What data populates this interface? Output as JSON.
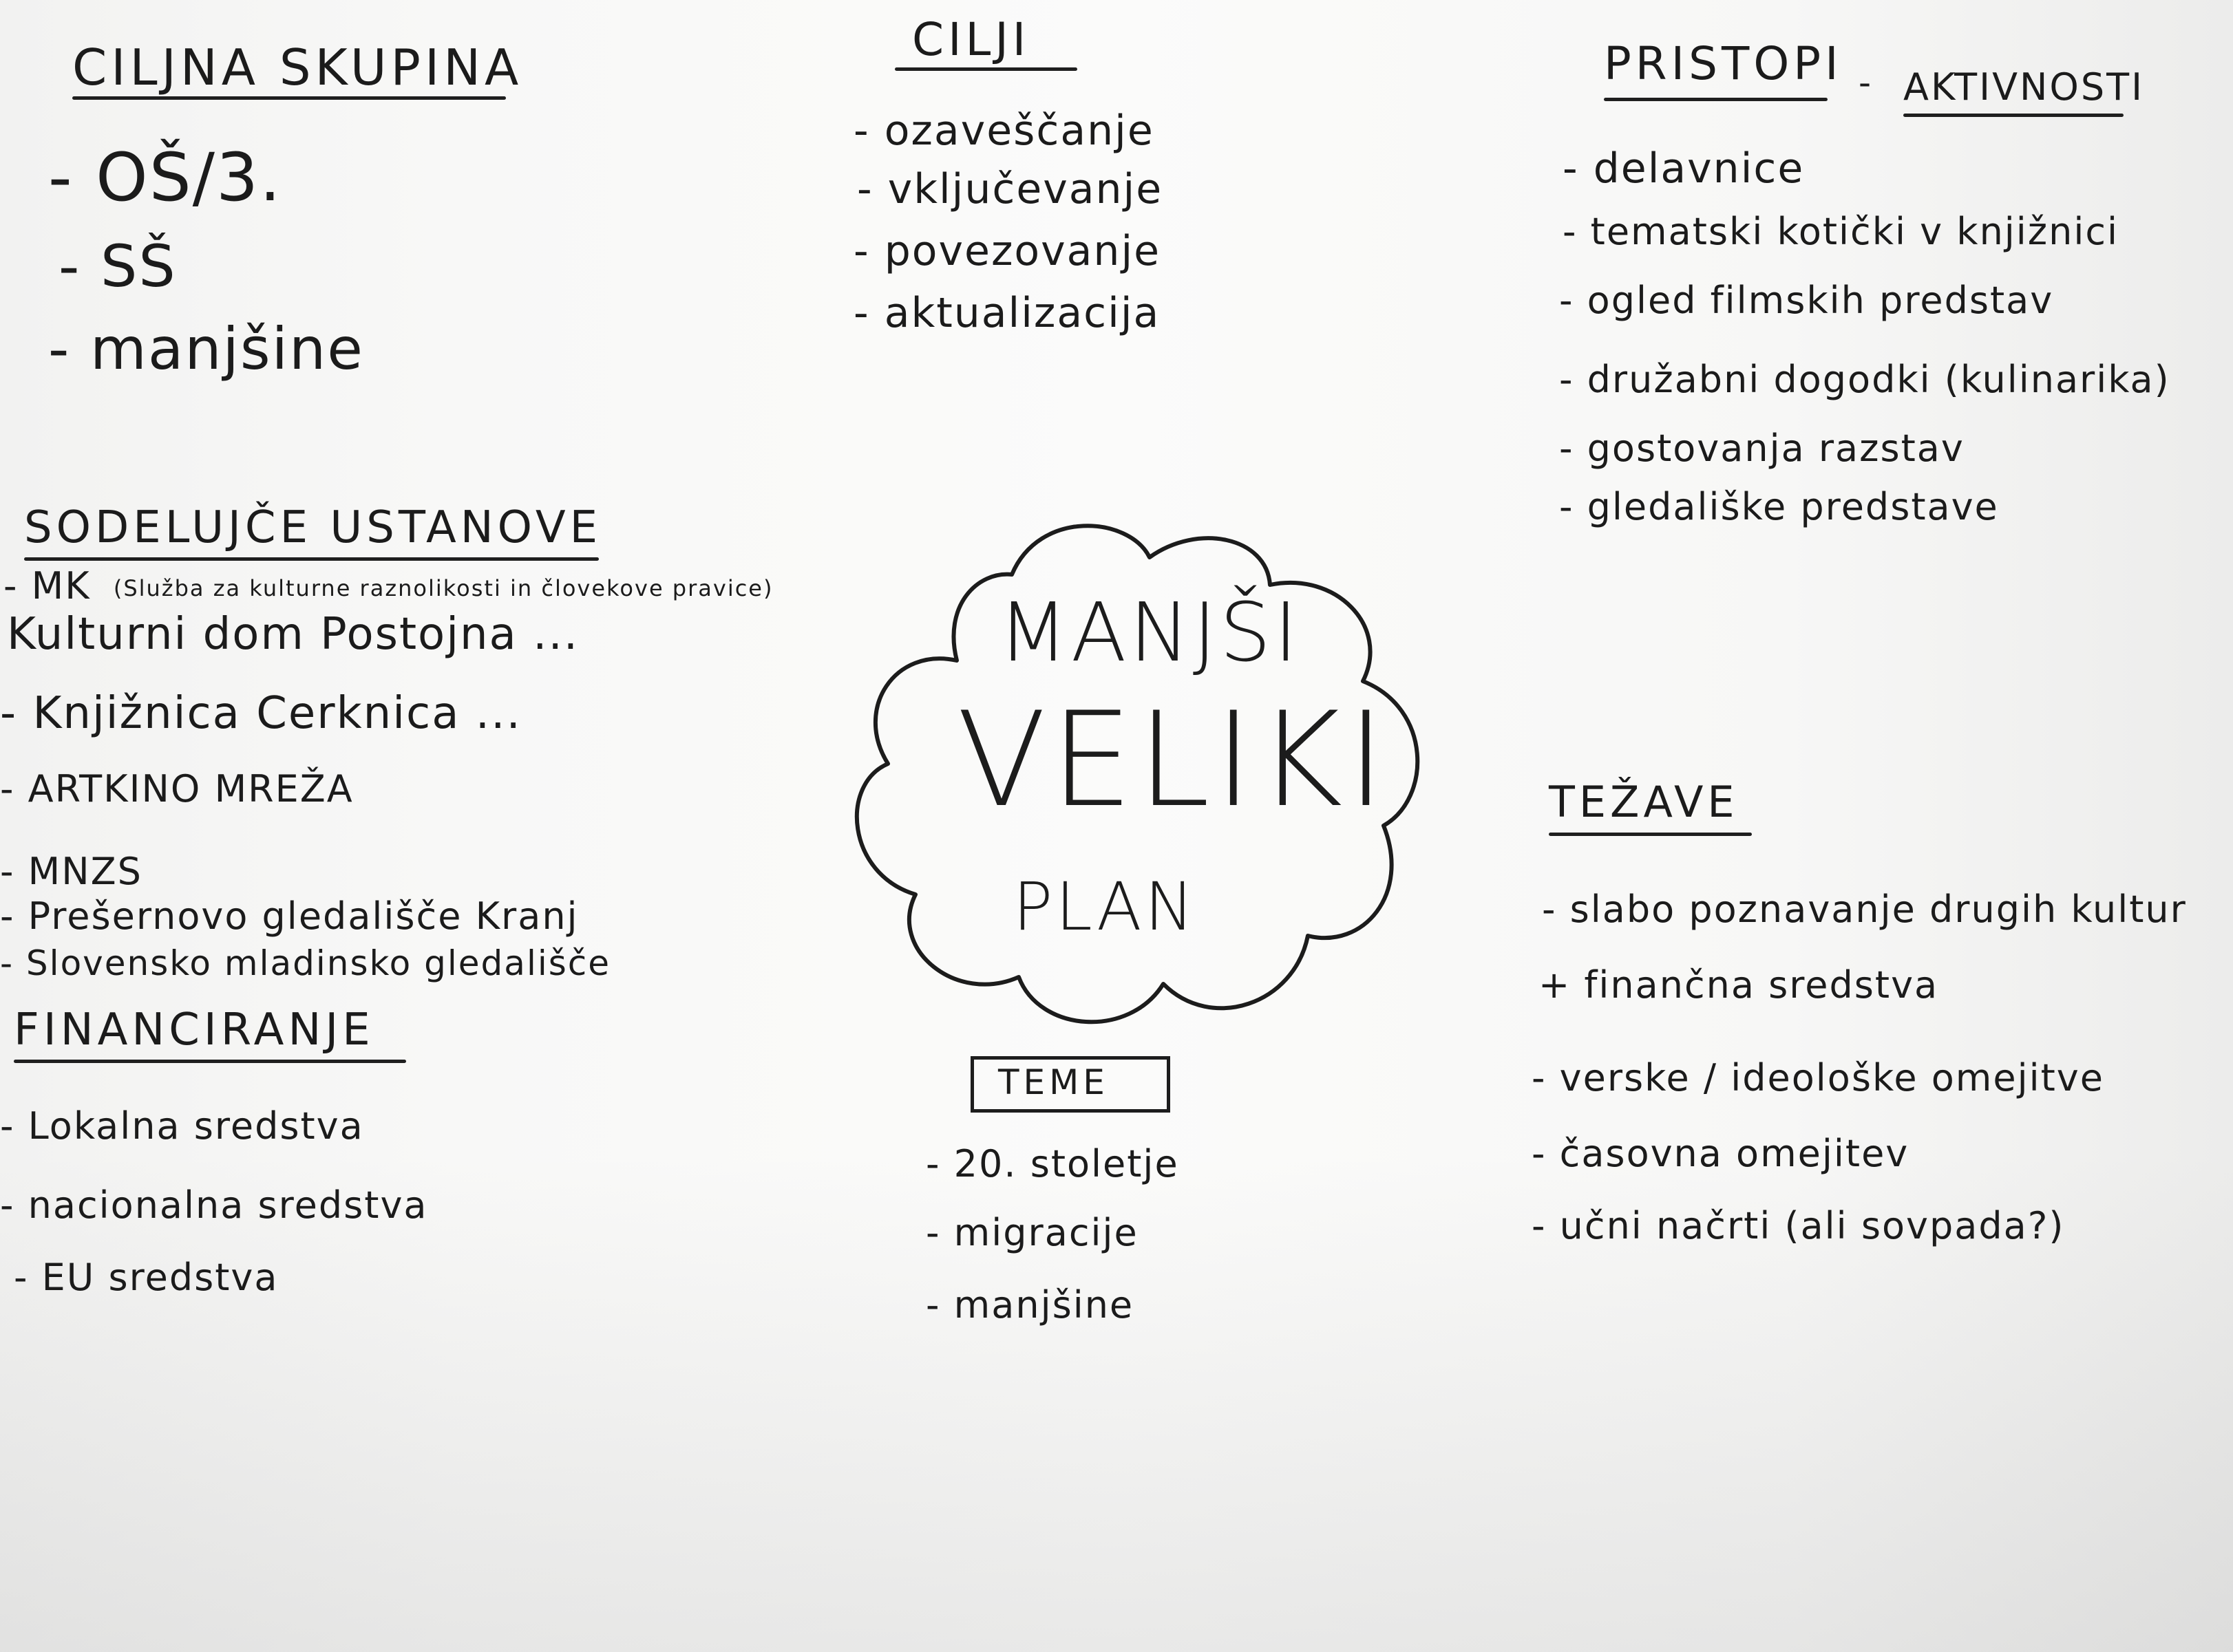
{
  "ciljna_skupina": {
    "title": "CILJNA SKUPINA",
    "items": [
      "- OŠ/3.",
      "- SŠ",
      "- manjšine"
    ]
  },
  "cilji": {
    "title": "CILJI",
    "items": [
      "- ozaveščanje",
      "- vključevanje",
      "- povezovanje",
      "- aktualizacija"
    ]
  },
  "pristopi": {
    "title": "PRISTOPI",
    "separator": "-",
    "title2": "AKTIVNOSTI",
    "items": [
      "- delavnice",
      "- tematski kotički v knjižnici",
      "- ogled filmskih predstav",
      "- družabni dogodki (kulinarika)",
      "- gostovanja razstav",
      "- gledališke predstave"
    ]
  },
  "sodelujoce_ustanove": {
    "title": "SODELUJČE USTANOVE",
    "items": [
      {
        "main": "- MK",
        "note": "(Služba za kulturne raznolikosti in človekove pravice)"
      },
      {
        "main": "Kulturni dom Postojna ...",
        "note": ""
      },
      {
        "main": "- Knjižnica Cerknica ...",
        "note": ""
      },
      {
        "main": "- ARTKINO MREŽA",
        "note": ""
      },
      {
        "main": "- MNZS",
        "note": ""
      },
      {
        "main": "- Prešernovo gledališče Kranj",
        "note": ""
      },
      {
        "main": "- Slovensko mladinsko gledališče",
        "note": ""
      }
    ]
  },
  "financiranje": {
    "title": "FINANCIRANJE",
    "items": [
      "- Lokalna sredstva",
      "- nacionalna sredstva",
      "- EU sredstva"
    ]
  },
  "center": {
    "line1": "MANJŠI",
    "line2": "VELIKI",
    "line3": "PLAN"
  },
  "teme": {
    "title": "TEME",
    "items": [
      "- 20. stoletje",
      "- migracije",
      "- manjšine"
    ]
  },
  "tezave": {
    "title": "TEŽAVE",
    "items": [
      "- slabo poznavanje drugih kultur",
      "+ finančna sredstva",
      "- verske / ideološke omejitve",
      "- časovna omejitev",
      "- učni načrti (ali sovpada?)"
    ]
  }
}
